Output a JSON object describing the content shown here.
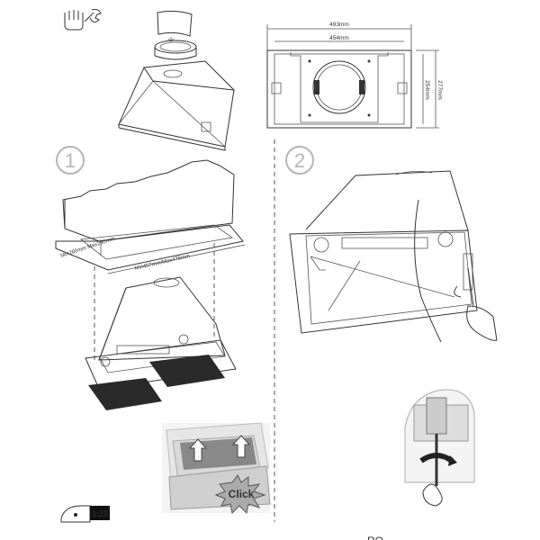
{
  "dimensions": {
    "outer_width": "493mm",
    "inner_width": "454mm",
    "height_inner": "254mm",
    "height_outer": "277mm",
    "cutout_depth": "Min280mm Max290mm",
    "cutout_width": "Min457mm/Max475mm"
  },
  "steps": [
    "1",
    "2"
  ],
  "click_label": "Click",
  "footer_badge": "1:23",
  "page_code": "RO",
  "icons": [
    "tools-hand-wrench-icon",
    "iron-icon",
    "screwdriver-icon",
    "rotate-arrow-icon",
    "up-arrow-icon"
  ]
}
